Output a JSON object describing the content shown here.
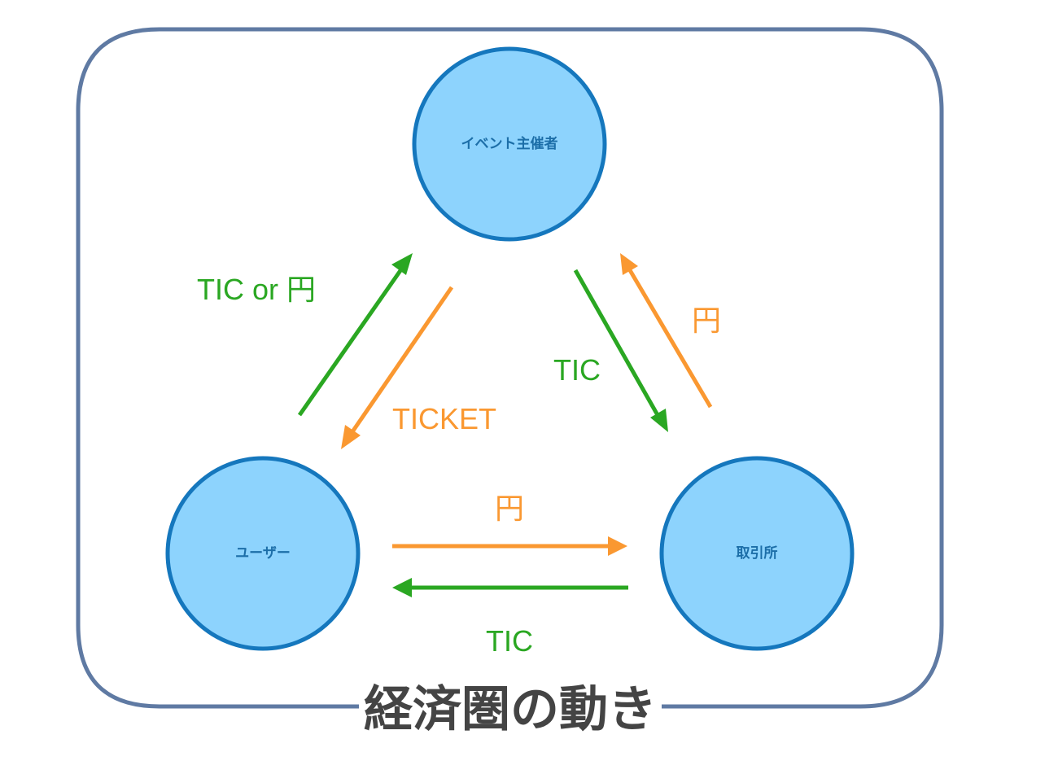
{
  "title": "経済圏の動き",
  "colors": {
    "frame": "#5f7aa3",
    "node_fill": "#8dd3fd",
    "node_stroke": "#1577bd",
    "node_text": "#1c6ea8",
    "green": "#2aa722",
    "orange": "#fa9831",
    "title_text": "#444444",
    "background": "#ffffff"
  },
  "nodes": [
    {
      "id": "organizer",
      "label": "イベント主催者"
    },
    {
      "id": "user",
      "label": "ユーザー"
    },
    {
      "id": "exchange",
      "label": "取引所"
    }
  ],
  "edges": [
    {
      "id": "user-to-organizer",
      "from": "user",
      "to": "organizer",
      "label": "TIC or 円",
      "color": "green"
    },
    {
      "id": "organizer-to-user",
      "from": "organizer",
      "to": "user",
      "label": "TICKET",
      "color": "orange"
    },
    {
      "id": "organizer-to-exchange",
      "from": "organizer",
      "to": "exchange",
      "label": "TIC",
      "color": "green"
    },
    {
      "id": "exchange-to-organizer",
      "from": "exchange",
      "to": "organizer",
      "label": "円",
      "color": "orange"
    },
    {
      "id": "user-to-exchange",
      "from": "user",
      "to": "exchange",
      "label": "円",
      "color": "orange"
    },
    {
      "id": "exchange-to-user",
      "from": "exchange",
      "to": "user",
      "label": "TIC",
      "color": "green"
    }
  ]
}
